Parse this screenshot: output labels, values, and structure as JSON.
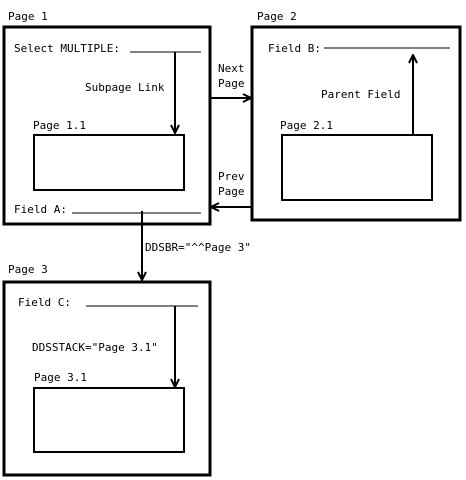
{
  "pages": {
    "page1": {
      "title": "Page 1",
      "select_label": "Select MULTIPLE:",
      "subpage_link_label": "Subpage Link",
      "subpage_title": "Page 1.1",
      "field_label": "Field A:"
    },
    "page2": {
      "title": "Page 2",
      "field_label": "Field B:",
      "parent_field_label": "Parent Field",
      "subpage_title": "Page 2.1"
    },
    "page3": {
      "title": "Page 3",
      "field_label": "Field C:",
      "ddsstack_label": "DDSSTACK=\"Page 3.1\"",
      "subpage_title": "Page 3.1"
    }
  },
  "connectors": {
    "next_page_line1": "Next",
    "next_page_line2": "Page",
    "prev_page_line1": "Prev",
    "prev_page_line2": "Page",
    "ddsbr_label": "DDSBR=\"^^Page 3\""
  },
  "colors": {
    "stroke": "#000000",
    "background": "#ffffff"
  }
}
